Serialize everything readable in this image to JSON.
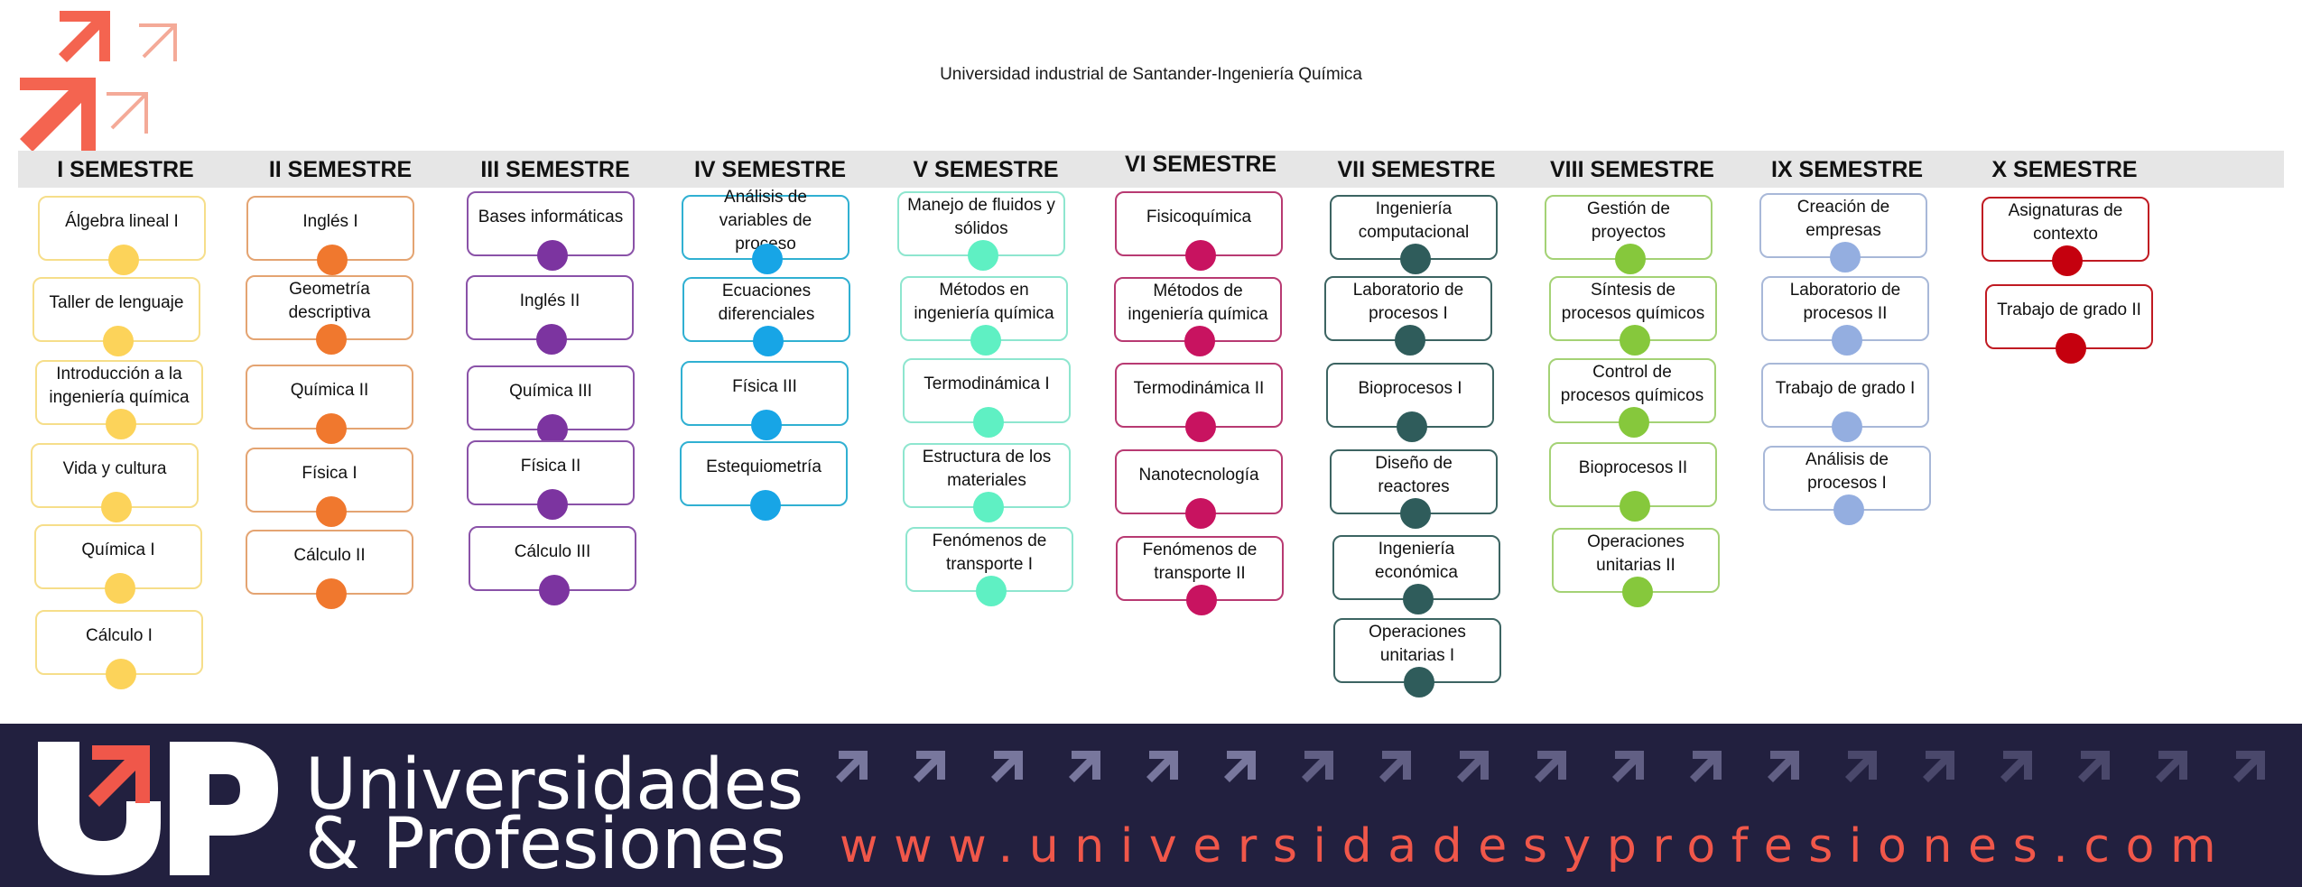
{
  "page": {
    "title": "Universidad industrial de Santander-Ingeniería Química"
  },
  "colors": {
    "header_band": "#e6e6e6",
    "footer_bg": "#22203f",
    "brand_accent": "#f0574a"
  },
  "semesters": [
    {
      "title": "I SEMESTRE",
      "border": "#f6de8a",
      "dot": "#fcd35a",
      "courses": [
        "Álgebra lineal I",
        "Taller de lenguaje",
        "Introducción a la ingeniería química",
        "Vida y cultura",
        "Química I",
        "Cálculo I"
      ]
    },
    {
      "title": "II SEMESTRE",
      "border": "#e4a472",
      "dot": "#f0782e",
      "courses": [
        "Inglés I",
        "Geometría descriptiva",
        "Química II",
        "Física I",
        "Cálculo II"
      ]
    },
    {
      "title": "III SEMESTRE",
      "border": "#8a52a8",
      "dot": "#7c34a0",
      "courses": [
        "Bases informáticas",
        "Inglés II",
        "Química III",
        "Física II",
        "Cálculo III"
      ]
    },
    {
      "title": "IV SEMESTRE",
      "border": "#30b0d2",
      "dot": "#17a5e6",
      "courses": [
        "Análisis de variables de proceso",
        "Ecuaciones diferenciales",
        "Física III",
        "Estequiometría"
      ]
    },
    {
      "title": "V SEMESTRE",
      "border": "#8ee6cf",
      "dot": "#5ff0c3",
      "courses": [
        "Manejo de fluidos y sólidos",
        "Métodos en ingeniería química",
        "Termodinámica I",
        "Estructura de los materiales",
        "Fenómenos de transporte I"
      ]
    },
    {
      "title": "VI SEMESTRE",
      "border": "#b83a72",
      "dot": "#c81360",
      "courses": [
        "Fisicoquímica",
        "Métodos de ingeniería química",
        "Termodinámica II",
        "Nanotecnología",
        "Fenómenos de transporte II"
      ]
    },
    {
      "title": "VII SEMESTRE",
      "border": "#3c6462",
      "dot": "#2f5c5b",
      "courses": [
        "Ingeniería computacional",
        "Laboratorio de procesos I",
        "Bioprocesos I",
        "Diseño de reactores",
        "Ingeniería económica",
        "Operaciones unitarias I"
      ]
    },
    {
      "title": "VIII SEMESTRE",
      "border": "#a4d275",
      "dot": "#86c83c",
      "courses": [
        "Gestión de proyectos",
        "Síntesis de procesos químicos",
        "Control de procesos químicos",
        "Bioprocesos II",
        "Operaciones unitarias II"
      ]
    },
    {
      "title": "IX SEMESTRE",
      "border": "#a8b8d8",
      "dot": "#94aee0",
      "courses": [
        "Creación de empresas",
        "Laboratorio de procesos II",
        "Trabajo de grado I",
        "Análisis de procesos I"
      ]
    },
    {
      "title": "X SEMESTRE",
      "border": "#c01a22",
      "dot": "#c5000e",
      "courses": [
        "Asignaturas de contexto",
        "Trabajo de grado II"
      ]
    }
  ],
  "footer": {
    "brand_line_1": "Universidades",
    "brand_line_2": "& Profesiones",
    "website": "www.universidadesyprofesiones.com"
  }
}
